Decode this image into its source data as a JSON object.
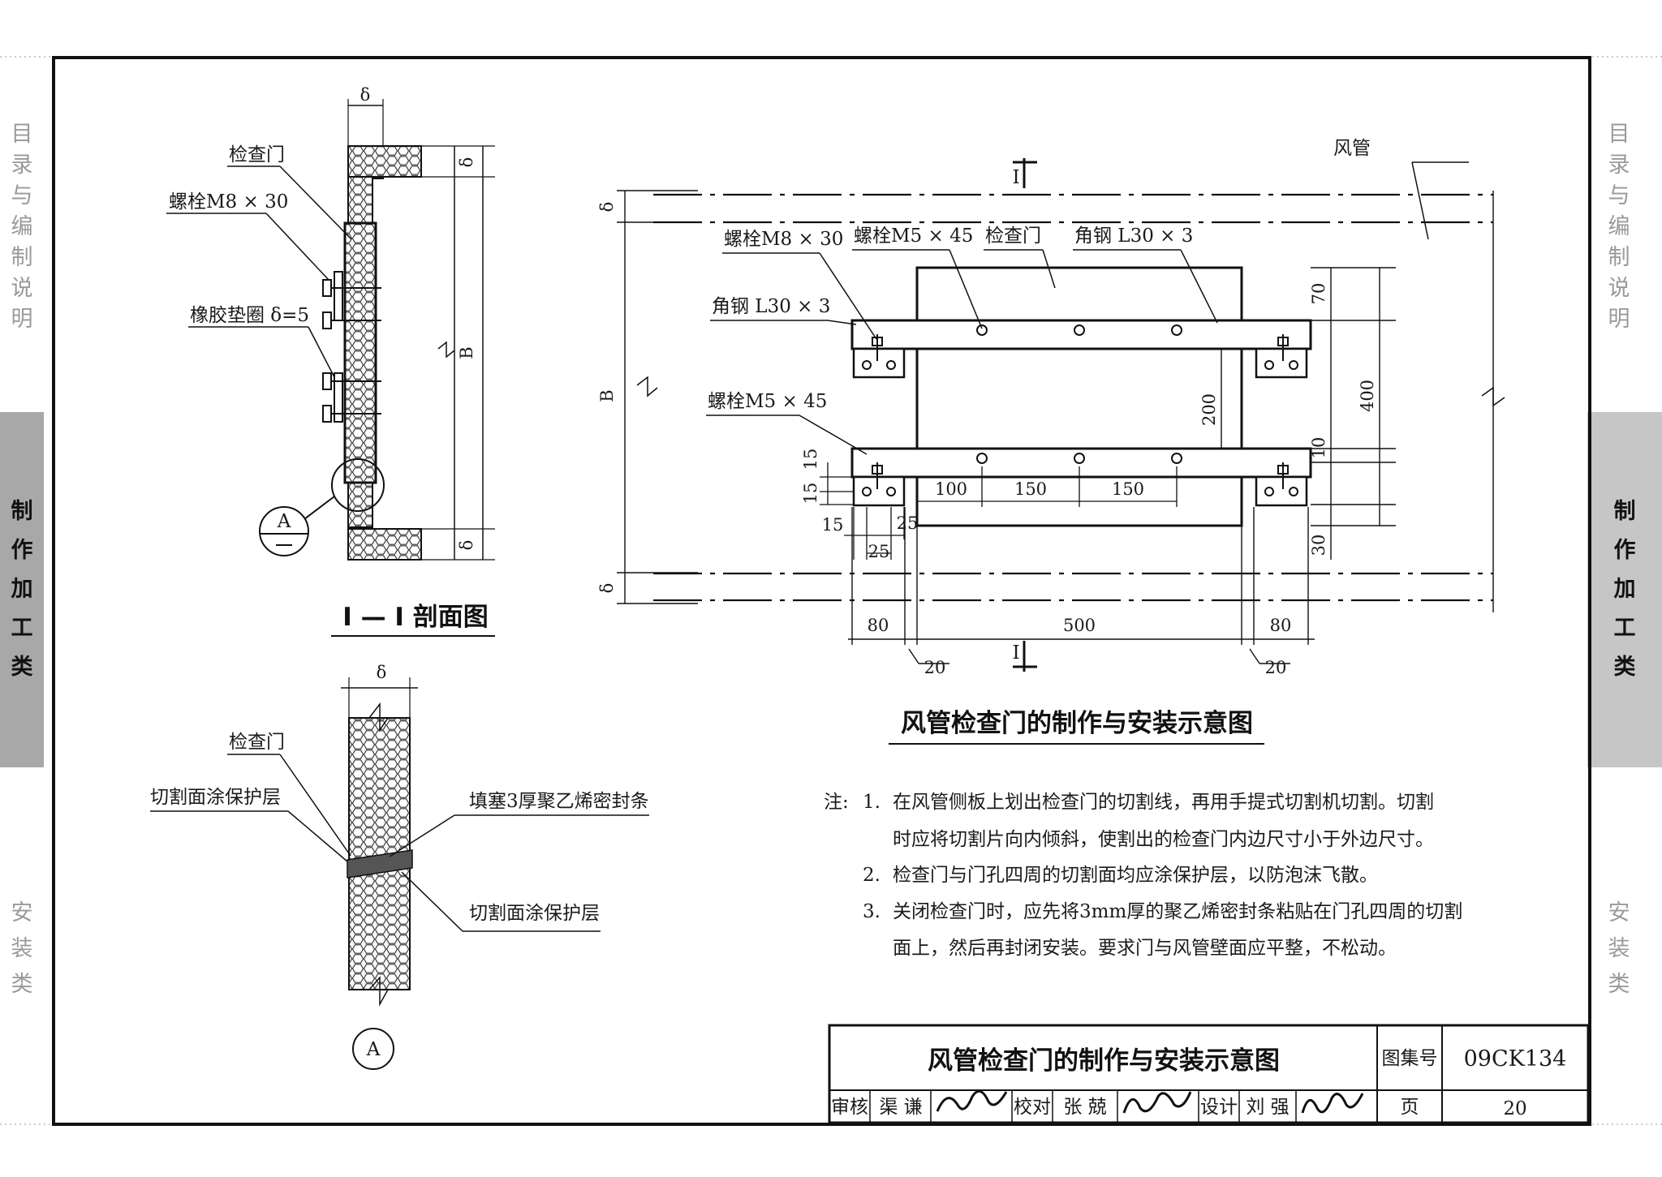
{
  "side_tabs": {
    "toc": "目录与编制说明",
    "fabrication": "制作加工类",
    "installation": "安装类"
  },
  "section_view": {
    "title": "I — I 剖面图",
    "delta": "δ",
    "labels": {
      "door": "检查门",
      "bolt": "螺栓M8 × 30",
      "gasket": "橡胶垫圈 δ=5",
      "detail_ref": "A",
      "dim_B": "B"
    }
  },
  "detail_a": {
    "marker": "A",
    "delta": "δ",
    "labels": {
      "door": "检查门",
      "cut_coat": "切割面涂保护层",
      "seal": "填塞3厚聚乙烯密封条",
      "cut_coat_2": "切割面涂保护层"
    }
  },
  "main_view": {
    "title": "风管检查门的制作与安装示意图",
    "section_mark": "I",
    "labels": {
      "duct": "风管",
      "bolt_m8": "螺栓M8 × 30",
      "bolt_m5_top": "螺栓M5 × 45",
      "door": "检查门",
      "angle_top": "角钢 L30 × 3",
      "angle_left": "角钢 L30 × 3",
      "bolt_m5_left": "螺栓M5 × 45"
    },
    "dims": {
      "delta": "δ",
      "B": "B",
      "d70": "70",
      "d400": "400",
      "d200": "200",
      "d10": "10",
      "d30": "30",
      "d15a": "15",
      "d15b": "15",
      "d15c": "15",
      "d25a": "25",
      "d25b": "25",
      "d100": "100",
      "d150a": "150",
      "d150b": "150",
      "d80a": "80",
      "d500": "500",
      "d80b": "80",
      "d20a": "20",
      "d20b": "20"
    }
  },
  "notes": {
    "prefix": "注:",
    "items": [
      {
        "num": "1.",
        "line1": "在风管侧板上划出检查门的切割线，再用手提式切割机切割。切割",
        "line2": "时应将切割片向内倾斜，使割出的检查门内边尺寸小于外边尺寸。"
      },
      {
        "num": "2.",
        "line1": "检查门与门孔四周的切割面均应涂保护层，以防泡沫飞散。",
        "line2": ""
      },
      {
        "num": "3.",
        "line1": "关闭检查门时，应先将3mm厚的聚乙烯密封条粘贴在门孔四周的切割",
        "line2": "面上，然后再封闭安装。要求门与风管壁面应平整，不松动。"
      }
    ]
  },
  "title_block": {
    "title": "风管检查门的制作与安装示意图",
    "atlas_label": "图集号",
    "atlas_no": "09CK134",
    "review_label": "审核",
    "reviewer": "渠 谦",
    "check_label": "校对",
    "checker": "张 兢",
    "design_label": "设计",
    "designer": "刘 强",
    "page_label": "页",
    "page_no": "20"
  }
}
